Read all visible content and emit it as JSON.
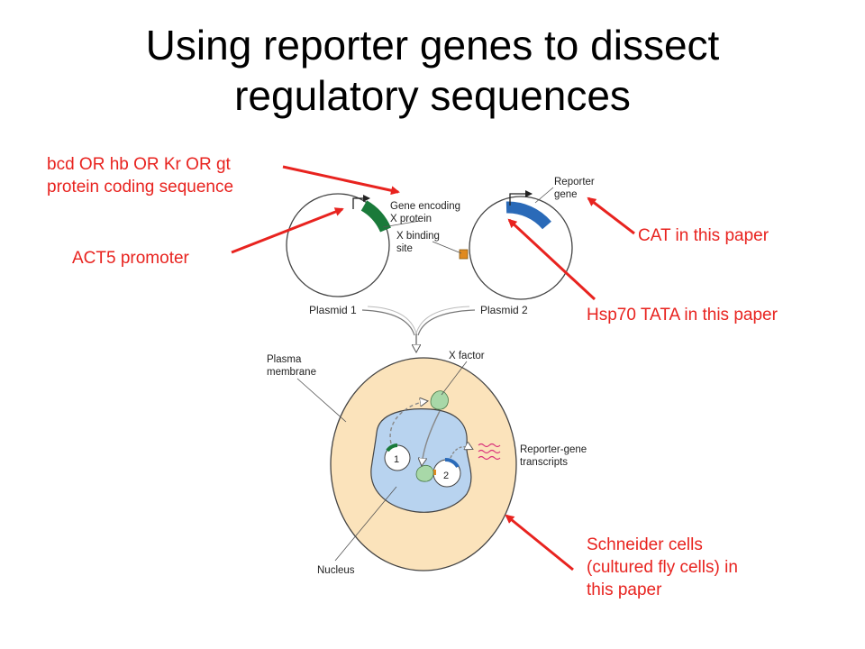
{
  "title": {
    "line1": "Using reporter genes to dissect",
    "line2": "regulatory sequences"
  },
  "annotations": {
    "coding_sequence": {
      "line1": "bcd OR hb OR Kr OR gt",
      "line2": "protein coding sequence"
    },
    "promoter": "ACT5 promoter",
    "reporter": "CAT in this paper",
    "tata": "Hsp70 TATA in this paper",
    "cells": {
      "line1": "Schneider cells",
      "line2": "(cultured fly cells) in",
      "line3": "this paper"
    }
  },
  "figure": {
    "gene_encoding": {
      "line1": "Gene encoding",
      "line2": "X protein"
    },
    "x_binding_site": {
      "line1": "X binding",
      "line2": "site"
    },
    "reporter_gene": {
      "line1": "Reporter",
      "line2": "gene"
    },
    "plasmid1": "Plasmid 1",
    "plasmid2": "Plasmid 2",
    "plasma_membrane": {
      "line1": "Plasma",
      "line2": "membrane"
    },
    "x_factor": "X factor",
    "reporter_transcripts": {
      "line1": "Reporter-gene",
      "line2": "transcripts"
    },
    "nucleus": "Nucleus",
    "plasmid1_num": "1",
    "plasmid2_num": "2"
  },
  "colors": {
    "annotation_red": "#e8231f",
    "gene_green": "#1a7a3a",
    "reporter_blue": "#2a6ab8",
    "binding_orange": "#e08a20",
    "cell_fill": "#fbe3bb",
    "nucleus_fill": "#b8d3ef",
    "factor_green": "#a8d8a8"
  }
}
